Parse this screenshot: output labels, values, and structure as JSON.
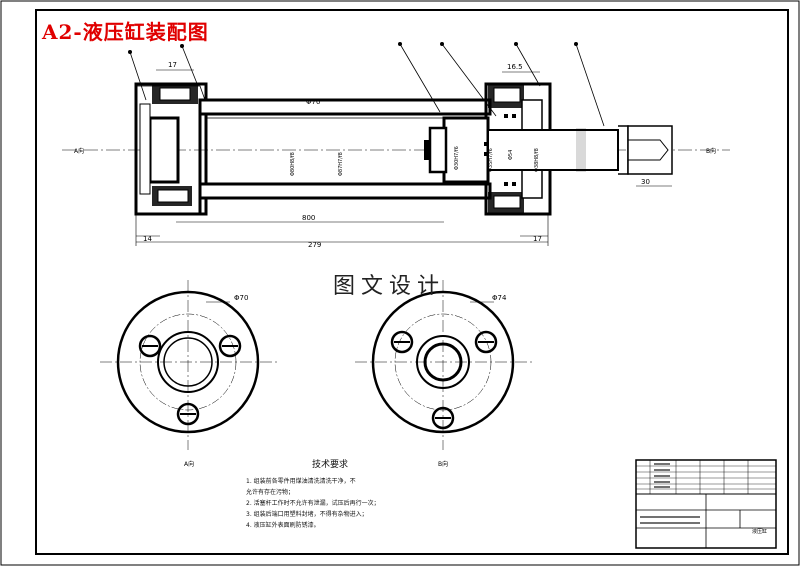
{
  "title": "A2-液压缸装配图",
  "watermark": "图文设计",
  "dims": {
    "d17_left": "17",
    "d16_5": "16.5",
    "d30": "30",
    "d14": "14",
    "d279": "279",
    "d17_right": "17",
    "d800": "800",
    "phi80": "Φ80H8/f8",
    "phi87": "Φ87H7/f8",
    "phi30": "Φ30H7/f6",
    "phi35": "Φ35H7/f6",
    "phi54": "Φ54",
    "phi38": "Φ38H8/f8",
    "dia70": "Φ70",
    "dia74": "Φ74"
  },
  "section_labels": {
    "a_left": "A向",
    "b_right": "B向",
    "a_view": "A向",
    "b_view": "B向"
  },
  "tech": {
    "heading": "技术要求",
    "items": [
      "1. 组装前各零件用煤油清洗清洗干净，不",
      "   允许有存在污物；",
      "2. 活塞杆工作时不允许有泄漏，试压后再行一次；",
      "3. 组装后端口用塑料封堵，不得有杂物进入；",
      "4. 液压缸外表面刷防锈漆。"
    ]
  },
  "title_block": {
    "name": "液压缸"
  }
}
